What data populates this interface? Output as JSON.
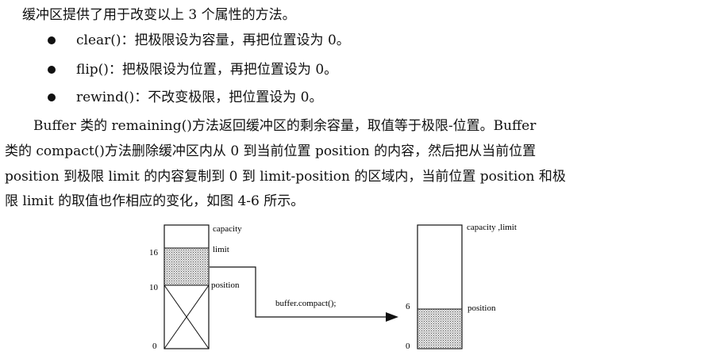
{
  "paragraphs": {
    "intro": "缓冲区提供了用于改变以上 3 个属性的方法。",
    "bullets": [
      "clear()：把极限设为容量，再把位置设为 0。",
      "flip()：把极限设为位置，再把位置设为 0。",
      "rewind()：不改变极限，把位置设为 0。"
    ],
    "body_lines": [
      "Buffer 类的 remaining()方法返回缓冲区的剩余容量，取值等于极限-位置。Buffer",
      "类的 compact()方法删除缓冲区内从 0 到当前位置 position 的内容，然后把从当前位置",
      "position 到极限 limit 的内容复制到 0 到 limit-position 的区域内，当前位置 position 和极",
      "限 limit 的取值也作相应的变化，如图 4-6 所示。"
    ]
  },
  "figure": {
    "left": {
      "labels": {
        "capacity": "capacity",
        "limit": "limit",
        "position": "position"
      },
      "ticks": {
        "top": "16",
        "mid": "10",
        "bottom": "0"
      }
    },
    "arrow_label": "buffer.compact();",
    "right": {
      "labels": {
        "capacity_limit": "capacity ,limit",
        "position": "position"
      },
      "ticks": {
        "mid": "6",
        "bottom": "0"
      }
    }
  }
}
